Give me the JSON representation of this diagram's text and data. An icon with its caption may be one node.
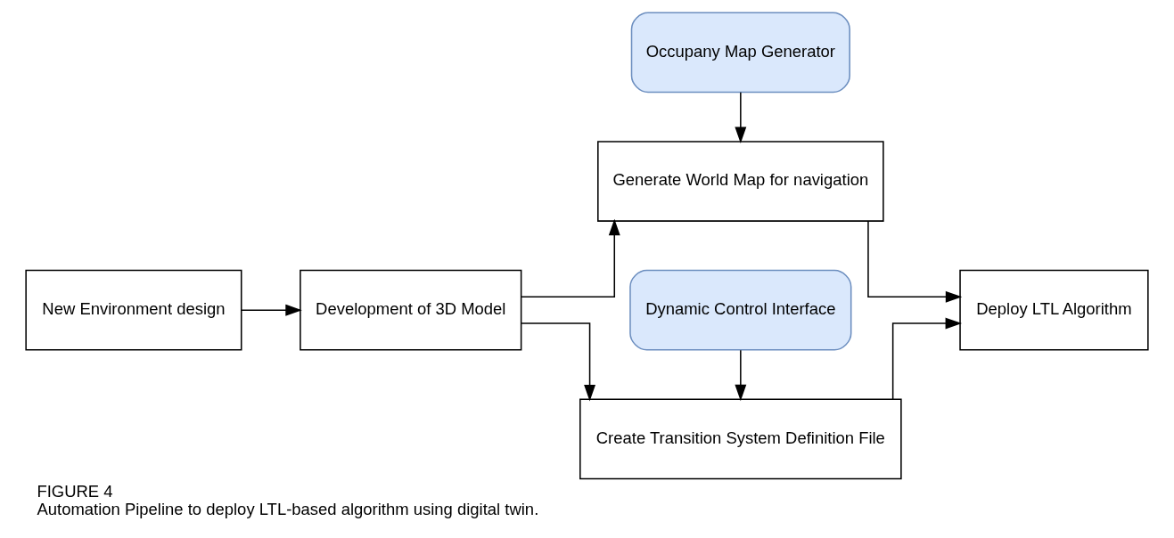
{
  "diagram": {
    "title": "FIGURE 4",
    "caption": "Automation Pipeline to deploy LTL-based algorithm using digital twin.",
    "nodes": [
      {
        "text": [
          "New Environment design"
        ]
      },
      {
        "text": [
          "Development of 3D Model"
        ]
      },
      {
        "text": [
          "Dynamic Control Interface"
        ]
      },
      {
        "text": [
          "Create Transition System Definition File"
        ]
      },
      {
        "text": [
          "Generate World Map for navigation"
        ]
      },
      {
        "text": [
          "Occupany Map Generator"
        ]
      },
      {
        "text": [
          "Deploy LTL Algorithm"
        ]
      }
    ],
    "edges": [
      {
        "from": 0,
        "to": 1,
        "arrow": "to"
      },
      {
        "from": 1,
        "to": 3,
        "arrow": "to"
      },
      {
        "from": 1,
        "to": 4,
        "arrow": "to"
      },
      {
        "from": 2,
        "to": 3,
        "arrow": "to"
      },
      {
        "from": 5,
        "to": 4,
        "arrow": "to"
      },
      {
        "from": 3,
        "to": 6,
        "arrow": "to"
      },
      {
        "from": 4,
        "to": 6,
        "arrow": "to"
      }
    ]
  }
}
